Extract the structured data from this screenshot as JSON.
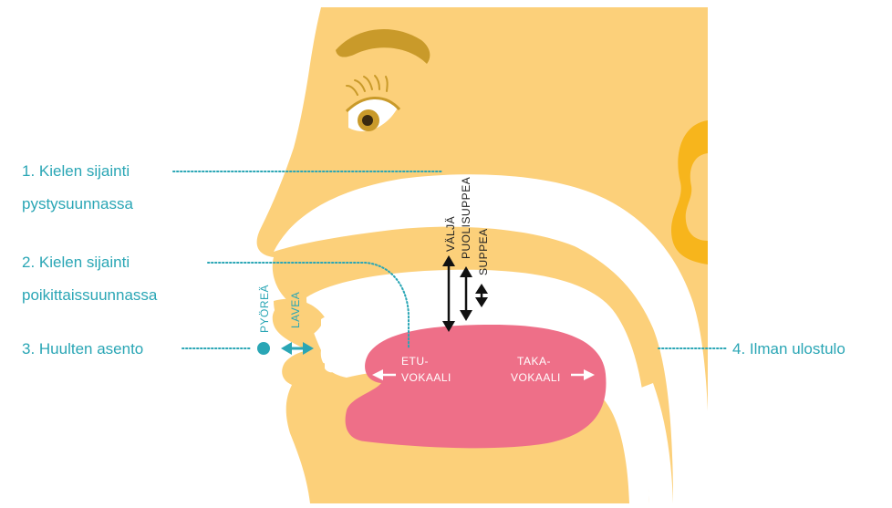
{
  "colors": {
    "skin": "#fcd07a",
    "hair": "#c99a2a",
    "ear": "#f7b51c",
    "tongue": "#ee6f88",
    "mouth_tissue": "#e7a7b0",
    "accent": "#2aa6b5",
    "arrow_black": "#111111",
    "background": "#ffffff"
  },
  "labels": {
    "vertical_line1": "1. Kielen sijainti",
    "vertical_line2": "pystysuunnassa",
    "horizontal_line1": "2. Kielen sijainti",
    "horizontal_line2": "poikittaissuunnassa",
    "lips": "3. Huulten asento",
    "air": "4. Ilman ulostulo"
  },
  "lip_positions": {
    "rounded": "PYÖREÄ",
    "spread": "LAVEA"
  },
  "tongue_height": {
    "open": "VÄLJÄ",
    "half_close": "PUOLISUPPEA",
    "close": "SUPPEA"
  },
  "vowel_types": {
    "front_line1": "ETU-",
    "front_line2": "VOKAALI",
    "back_line1": "TAKA-",
    "back_line2": "VOKAALI"
  },
  "icons": [
    "eye-icon",
    "eyebrow-icon",
    "ear-icon",
    "double-arrow-icon",
    "circle-dot-icon"
  ]
}
